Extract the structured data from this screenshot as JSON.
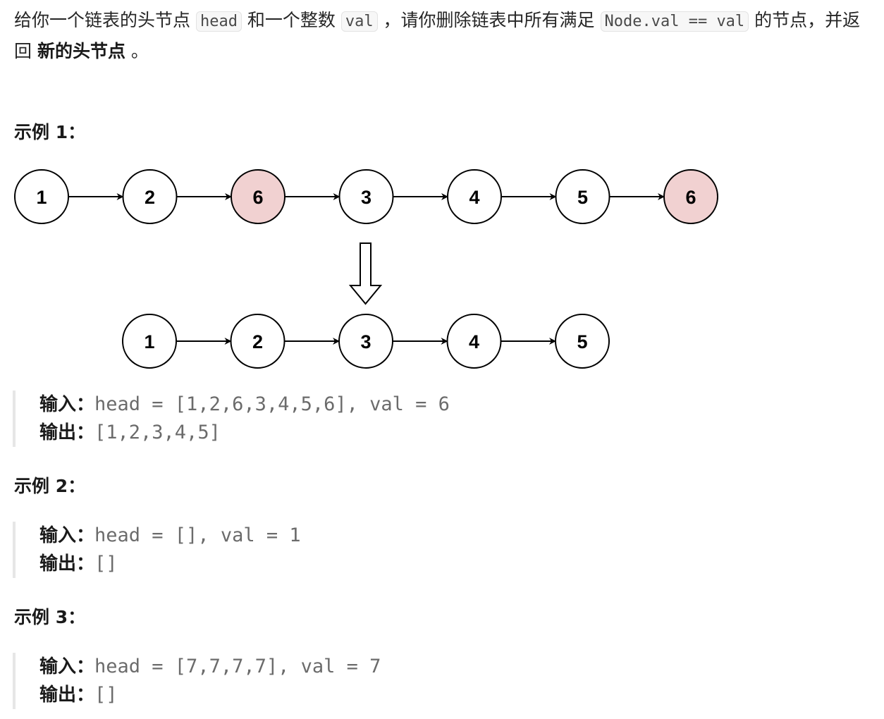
{
  "description": {
    "part1": "给你一个链表的头节点 ",
    "code_head": "head",
    "part2": " 和一个整数 ",
    "code_val": "val",
    "part3": " ，请你删除链表中所有满足 ",
    "code_cond": "Node.val == val",
    "part4": " 的节点，并返回 ",
    "bold": "新的头节点",
    "part5": " 。"
  },
  "examples": [
    {
      "title": "示例 1：",
      "input_label": "输入：",
      "input_value": "head = [1,2,6,3,4,5,6], val = 6",
      "output_label": "输出：",
      "output_value": "[1,2,3,4,5]"
    },
    {
      "title": "示例 2：",
      "input_label": "输入：",
      "input_value": "head = [], val = 1",
      "output_label": "输出：",
      "output_value": "[]"
    },
    {
      "title": "示例 3：",
      "input_label": "输入：",
      "input_value": "head = [7,7,7,7], val = 7",
      "output_label": "输出：",
      "output_value": "[]"
    }
  ],
  "diagram": {
    "before": [
      "1",
      "2",
      "6",
      "3",
      "4",
      "5",
      "6"
    ],
    "before_removed": [
      false,
      false,
      true,
      false,
      false,
      false,
      true
    ],
    "after": [
      "1",
      "2",
      "3",
      "4",
      "5"
    ],
    "colors": {
      "removed_fill": "#f1d1d1",
      "normal_fill": "#ffffff",
      "stroke": "#000000"
    }
  }
}
